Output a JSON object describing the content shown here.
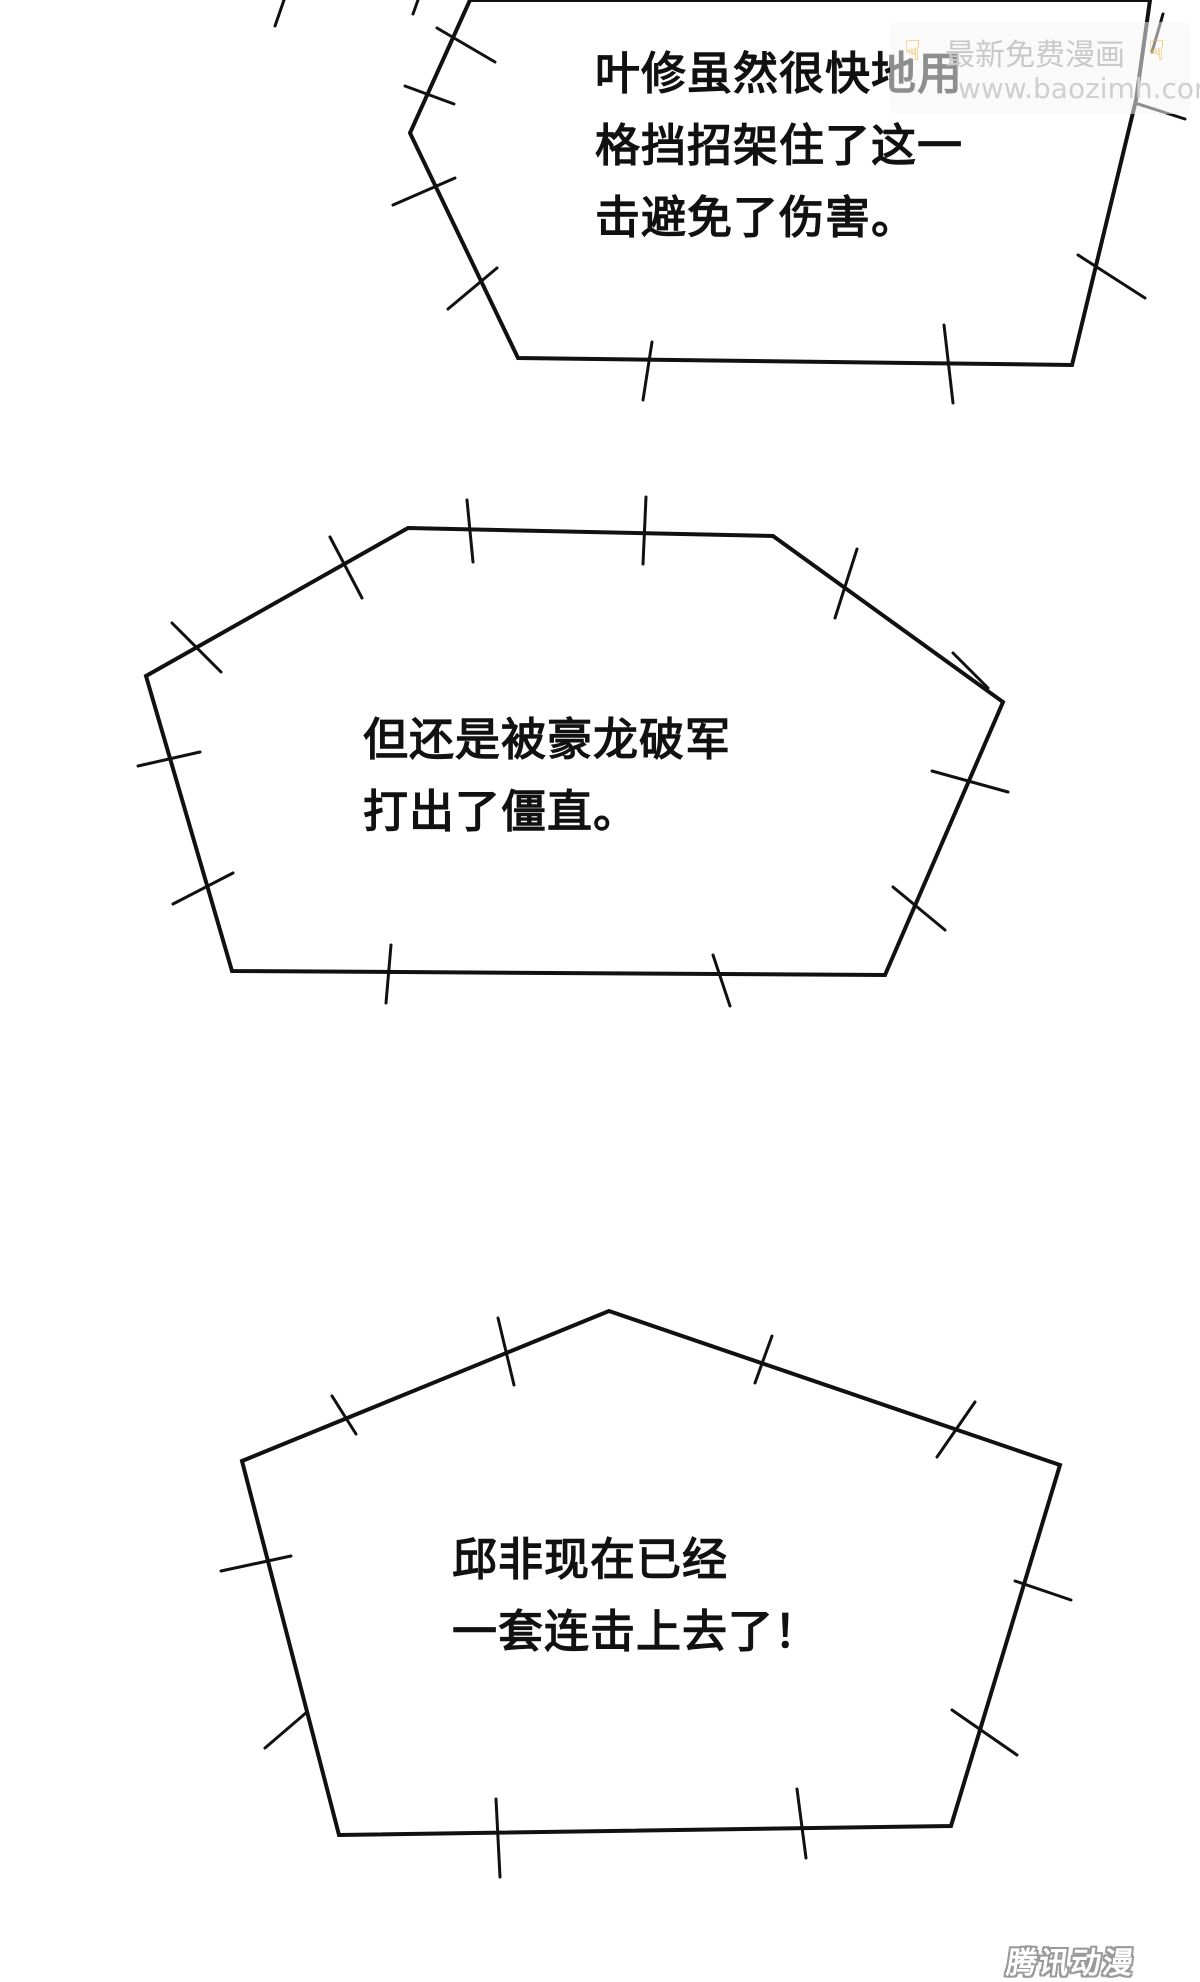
{
  "panels": [
    {
      "lines": [
        "叶修虽然很快地用",
        "格挡招架住了这一",
        "击避免了伤害。"
      ]
    },
    {
      "lines": [
        "但还是被豪龙破军",
        "打出了僵直。"
      ]
    },
    {
      "lines": [
        "邱非现在已经",
        "一套连击上去了！"
      ]
    }
  ],
  "watermarks": {
    "top_line1": "最新免费漫画",
    "top_line2": "www.baozimh.com",
    "bottom_logo": "腾讯动漫"
  },
  "colors": {
    "background": "#ffffff",
    "outline": "#111111",
    "text": "#111111",
    "watermark_hand": "#f2b33a"
  }
}
